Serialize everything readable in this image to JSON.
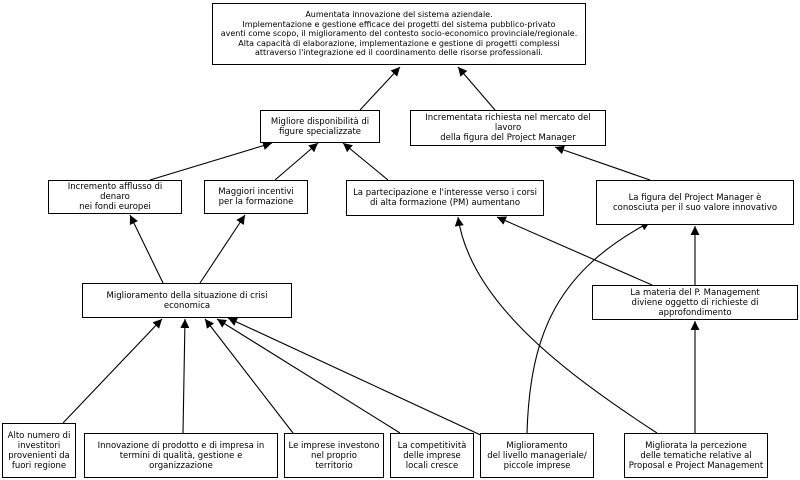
{
  "nodes": {
    "top": "Aumentata innovazione del sistema aziendale.\nImplementazione e gestione efficace dei progetti del sistema pubblico-privato\naventi come scopo, il miglioramento del contesto socio-economico provinciale/regionale.\nAlta capacità di elaborazione, implementazione e gestione di progetti complessi\nattraverso l'integrazione ed il coordinamento delle risorse professionali.",
    "disponibilita": "Migliore disponibilità di\nfigure specializzate",
    "richiesta": "Incrementata richiesta nel mercato del lavoro\ndella figura del Project Manager",
    "afflusso": "Incremento afflusso di denaro\nnei fondi europei",
    "incentivi": "Maggiori incentivi\nper la formazione",
    "partecipazione": "La partecipazione e l'interesse verso i corsi\ndi alta formazione (PM) aumentano",
    "conosciuta": "La figura del Project Manager è\nconosciuta per il suo valore innovativo",
    "crisi": "Miglioramento della situazione di crisi economica",
    "materia": "La materia del P. Management\ndiviene oggetto di richieste di approfondimento",
    "investitori": "Alto numero di\ninvestitori\nprovenienti da\nfuori regione",
    "innovazione": "Innovazione di prodotto e di impresa in\ntermini di qualità, gestione e\norganizzazione",
    "imprese": "Le imprese investono\nnel proprio\nterritorio",
    "competitivita": "La competitività\ndelle imprese\nlocali cresce",
    "manageriale": "Miglioramento\ndel livello manageriale/\npiccole imprese",
    "percezione": "Migliorata la percezione\ndelle tematiche relative al\nProposal e Project Management"
  }
}
